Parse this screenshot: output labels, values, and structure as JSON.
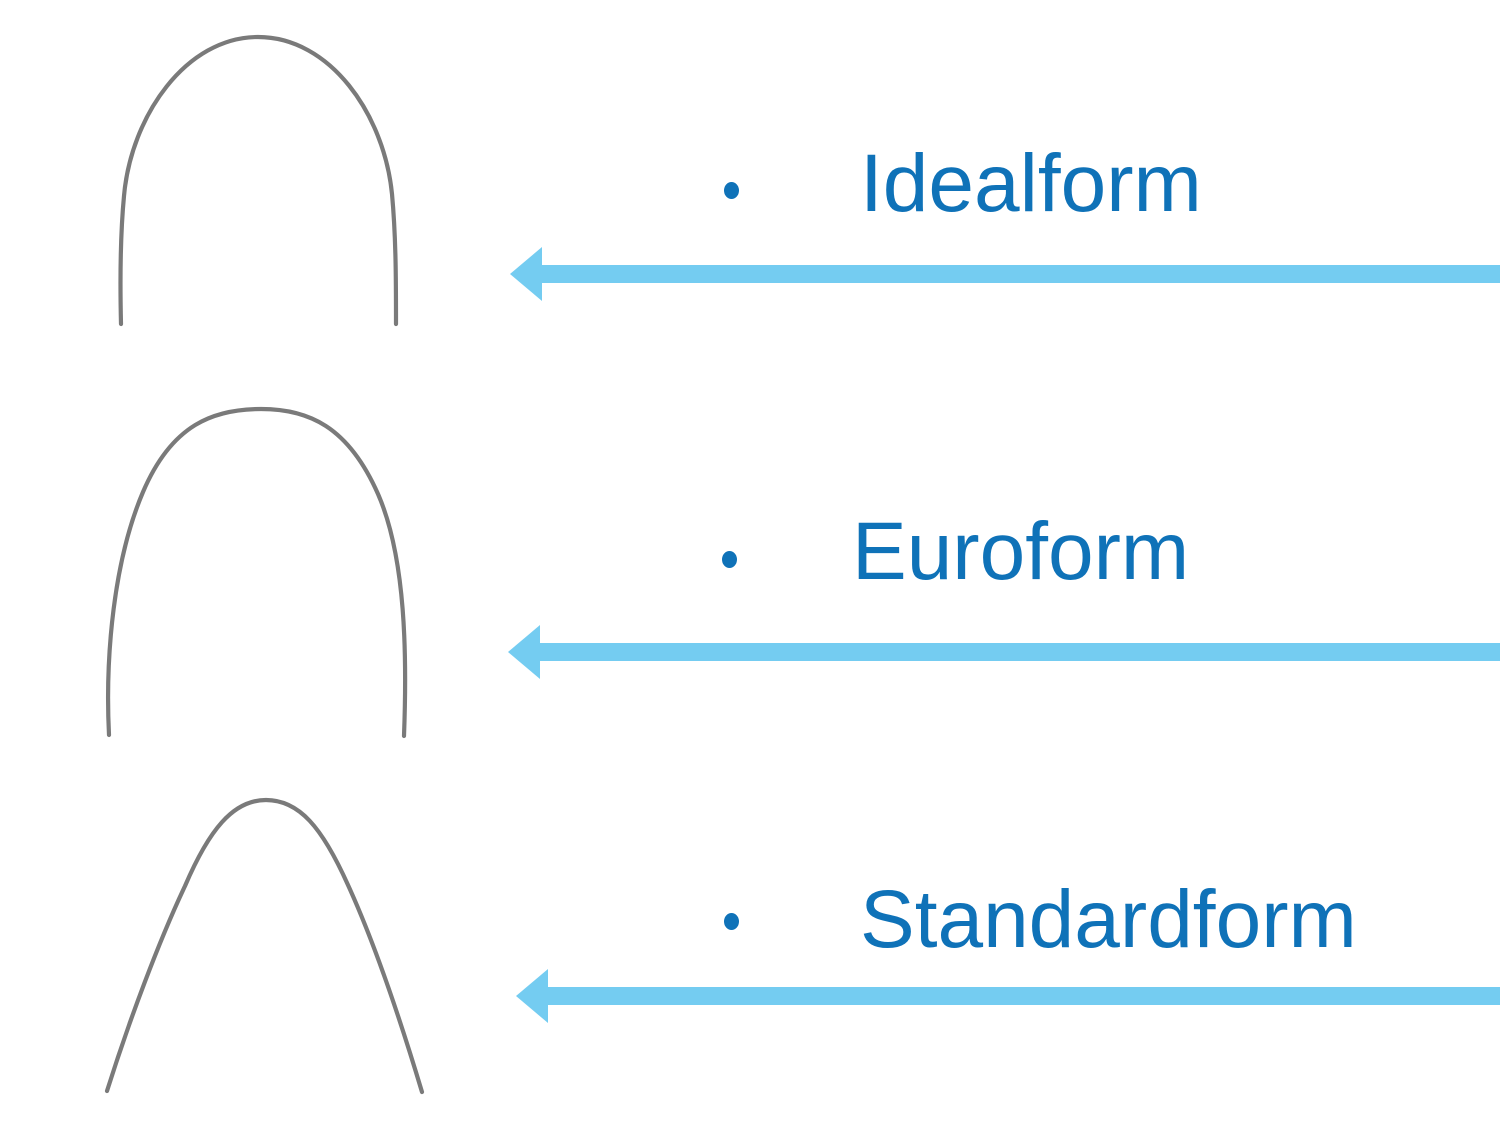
{
  "slide": {
    "colors": {
      "background": "#ffffff",
      "label_text": "#0f72b8",
      "arrow": "#74ccf1",
      "wire": "#7a7a7a"
    },
    "items": [
      {
        "label": "Idealform"
      },
      {
        "label": "Euroform"
      },
      {
        "label": "Standardform"
      }
    ]
  }
}
